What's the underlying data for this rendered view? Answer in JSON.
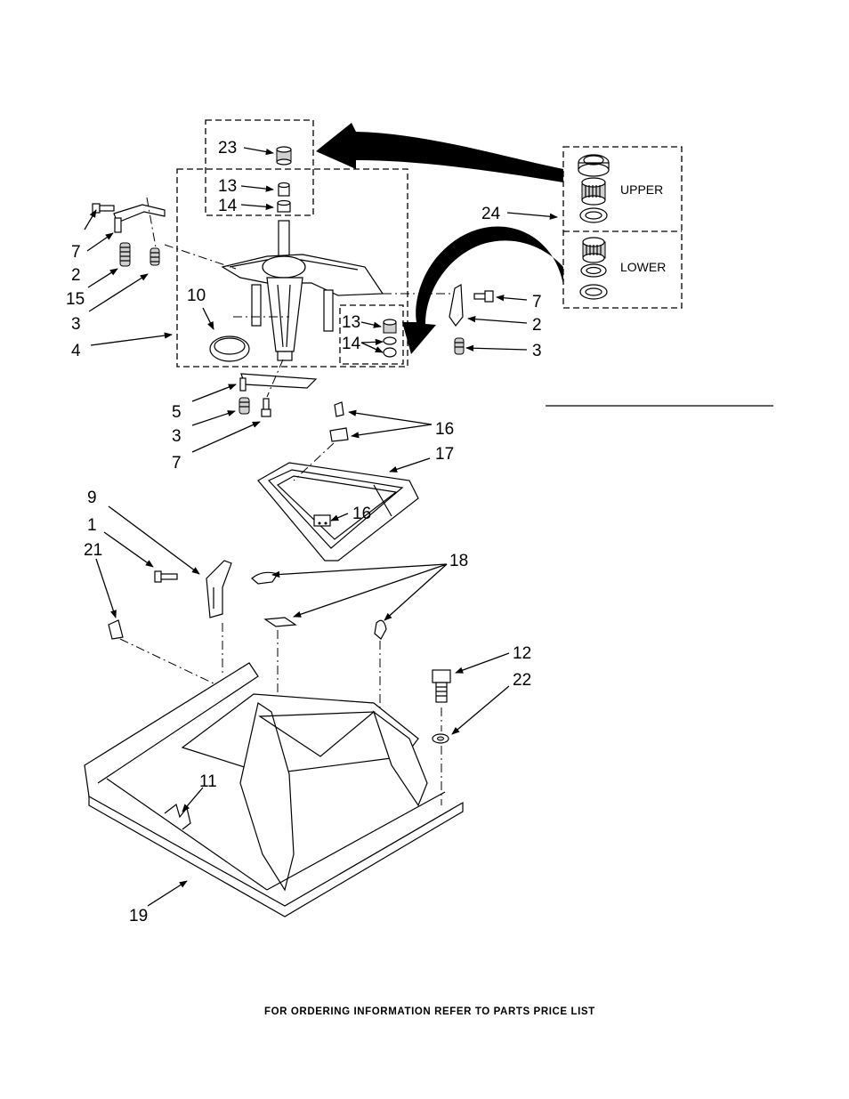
{
  "callouts": {
    "n23": "23",
    "n13a": "13",
    "n14a": "14",
    "n7a": "7",
    "n2a": "2",
    "n15": "15",
    "n3a": "3",
    "n4": "4",
    "n10": "10",
    "n13b": "13",
    "n14b": "14",
    "n7b": "7",
    "n2b": "2",
    "n3b": "3",
    "n24": "24",
    "n5": "5",
    "n3c": "3",
    "n7c": "7",
    "n16a": "16",
    "n17": "17",
    "n16b": "16",
    "n9": "9",
    "n1": "1",
    "n21": "21",
    "n18": "18",
    "n12": "12",
    "n22": "22",
    "n11": "11",
    "n19": "19"
  },
  "bearing_kit": {
    "upper_label": "UPPER",
    "lower_label": "LOWER"
  },
  "footer": {
    "text": "FOR ORDERING INFORMATION REFER TO PARTS PRICE LIST"
  }
}
